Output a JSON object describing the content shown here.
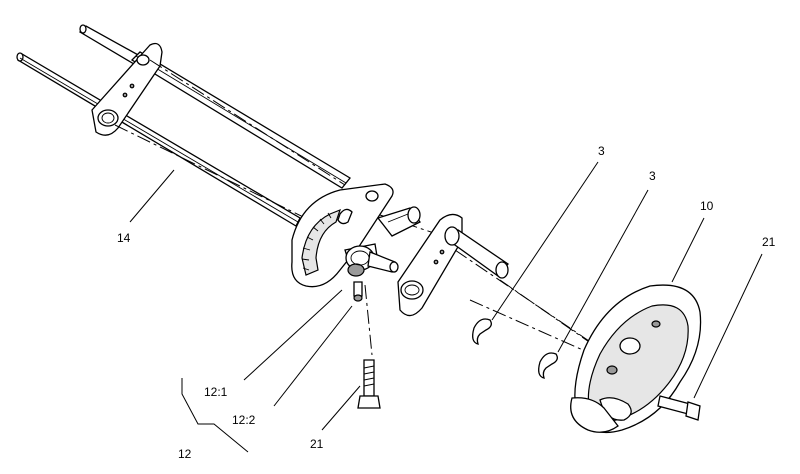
{
  "callouts": [
    {
      "id": "3a",
      "text": "3"
    },
    {
      "id": "3b",
      "text": "3"
    },
    {
      "id": "10",
      "text": "10"
    },
    {
      "id": "21a",
      "text": "21"
    },
    {
      "id": "14",
      "text": "14"
    },
    {
      "id": "12-1",
      "text": "12:1"
    },
    {
      "id": "12-2",
      "text": "12:2"
    },
    {
      "id": "21b",
      "text": "21"
    },
    {
      "id": "12",
      "text": "12"
    }
  ]
}
